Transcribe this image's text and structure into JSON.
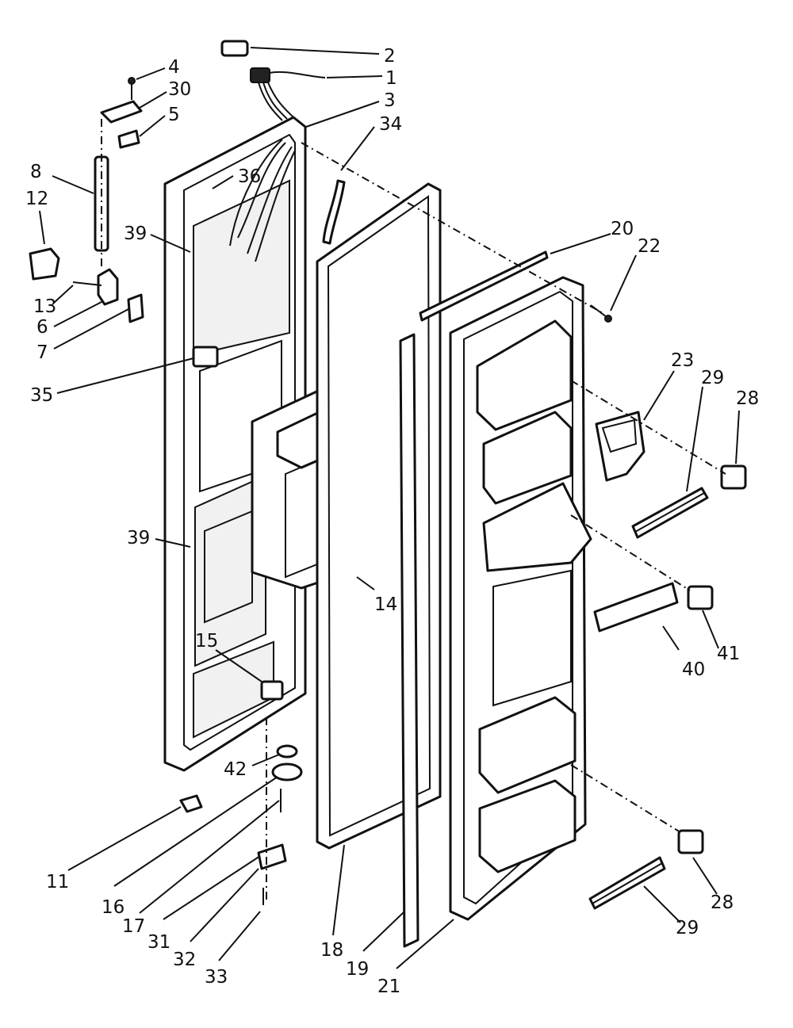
{
  "diagram": {
    "callouts": {
      "c1": "1",
      "c2": "2",
      "c3": "3",
      "c4": "4",
      "c5": "5",
      "c6": "6",
      "c7": "7",
      "c8": "8",
      "c11": "11",
      "c12": "12",
      "c13": "13",
      "c14": "14",
      "c15": "15",
      "c16": "16",
      "c17": "17",
      "c18": "18",
      "c19": "19",
      "c20": "20",
      "c21": "21",
      "c22": "22",
      "c23": "23",
      "c28a": "28",
      "c28b": "28",
      "c29a": "29",
      "c29b": "29",
      "c30": "30",
      "c31": "31",
      "c32": "32",
      "c33": "33",
      "c34": "34",
      "c35": "35",
      "c36": "36",
      "c39a": "39",
      "c39b": "39",
      "c40": "40",
      "c41": "41",
      "c42": "42"
    }
  }
}
